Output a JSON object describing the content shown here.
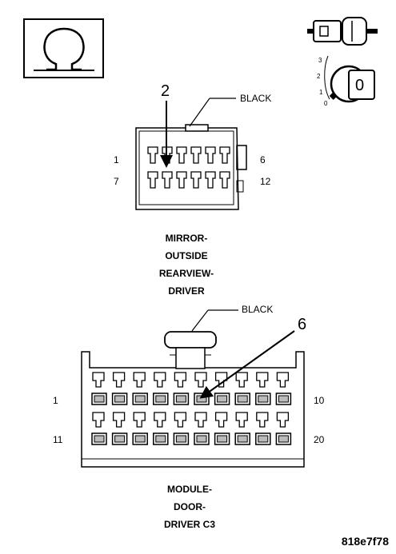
{
  "symbol": {
    "ohm_icon": "ohm-icon",
    "glyph": "Ω"
  },
  "ignition": {
    "positions": [
      "3",
      "2",
      "1",
      "0"
    ],
    "key_label": "0"
  },
  "connector1": {
    "color_label": "BLACK",
    "callout_pin": "2",
    "pin_left_top": "1",
    "pin_right_top": "6",
    "pin_left_bottom": "7",
    "pin_right_bottom": "12",
    "name_lines": [
      "MIRROR-",
      "OUTSIDE",
      "REARVIEW-",
      "DRIVER"
    ]
  },
  "connector2": {
    "color_label": "BLACK",
    "callout_pin": "6",
    "pin_left_top": "1",
    "pin_right_top": "10",
    "pin_left_bottom": "11",
    "pin_right_bottom": "20",
    "name_lines": [
      "MODULE-",
      "DOOR-",
      "DRIVER C3"
    ]
  },
  "figure_code": "818e7f78"
}
